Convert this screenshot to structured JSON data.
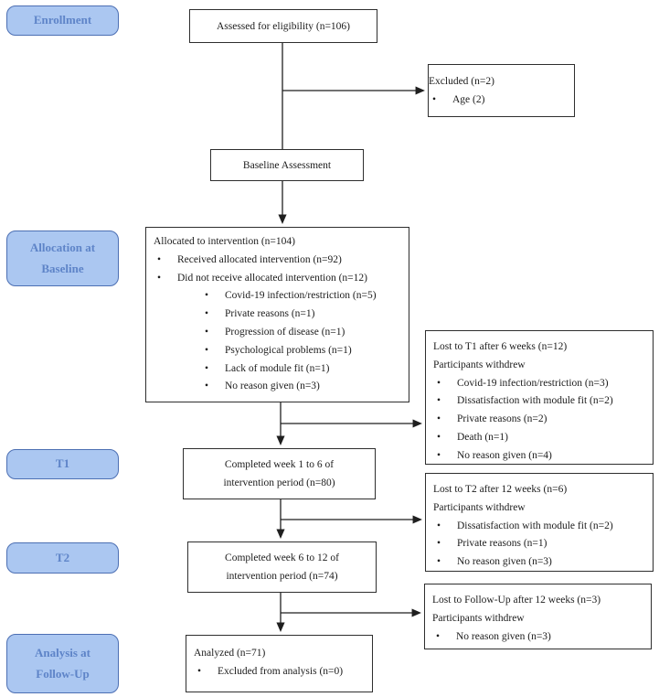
{
  "stages": {
    "enrollment": "Enrollment",
    "allocation": "Allocation at Baseline",
    "t1": "T1",
    "t2": "T2",
    "analysis": "Analysis at Follow-Up"
  },
  "boxes": {
    "assessed": {
      "text": "Assessed for eligibility (n=106)"
    },
    "excluded": {
      "title": "Excluded (n=2)",
      "bullets": [
        "Age (2)"
      ]
    },
    "baseline": {
      "text": "Baseline Assessment"
    },
    "allocation": {
      "title": "Allocated to intervention (n=104)",
      "bullets": [
        "Received allocated intervention (n=92)",
        "Did not receive allocated intervention (n=12)"
      ],
      "sub_bullets": [
        "Covid-19 infection/restriction (n=5)",
        "Private reasons (n=1)",
        "Progression of disease (n=1)",
        "Psychological problems (n=1)",
        "Lack of module fit (n=1)",
        "No reason given (n=3)"
      ]
    },
    "lost_t1": {
      "title": "Lost to T1 after 6 weeks (n=12)",
      "subtitle": "Participants withdrew",
      "bullets": [
        "Covid-19 infection/restriction (n=3)",
        "Dissatisfaction with module fit (n=2)",
        "Private reasons (n=2)",
        "Death (n=1)",
        "No reason given (n=4)"
      ]
    },
    "completed_t1": {
      "line1": "Completed week 1 to 6 of",
      "line2": "intervention period (n=80)"
    },
    "lost_t2": {
      "title": "Lost to T2 after 12 weeks (n=6)",
      "subtitle": "Participants withdrew",
      "bullets": [
        "Dissatisfaction with module fit (n=2)",
        "Private reasons (n=1)",
        "No reason given (n=3)"
      ]
    },
    "completed_t2": {
      "line1": "Completed week 6 to 12 of",
      "line2": "intervention period (n=74)"
    },
    "lost_followup": {
      "title": "Lost to Follow-Up after 12 weeks (n=3)",
      "subtitle": "Participants withdrew",
      "bullets": [
        "No reason given (n=3)"
      ]
    },
    "analyzed": {
      "title": "Analyzed (n=71)",
      "bullets": [
        "Excluded from analysis (n=0)"
      ]
    }
  },
  "colors": {
    "stage_fill": "#ABC7F1",
    "stage_border": "#4C6FB3",
    "stage_text": "#5E84C8",
    "box_border": "#2E2E2E",
    "connector_line": "#1F1F1F"
  }
}
